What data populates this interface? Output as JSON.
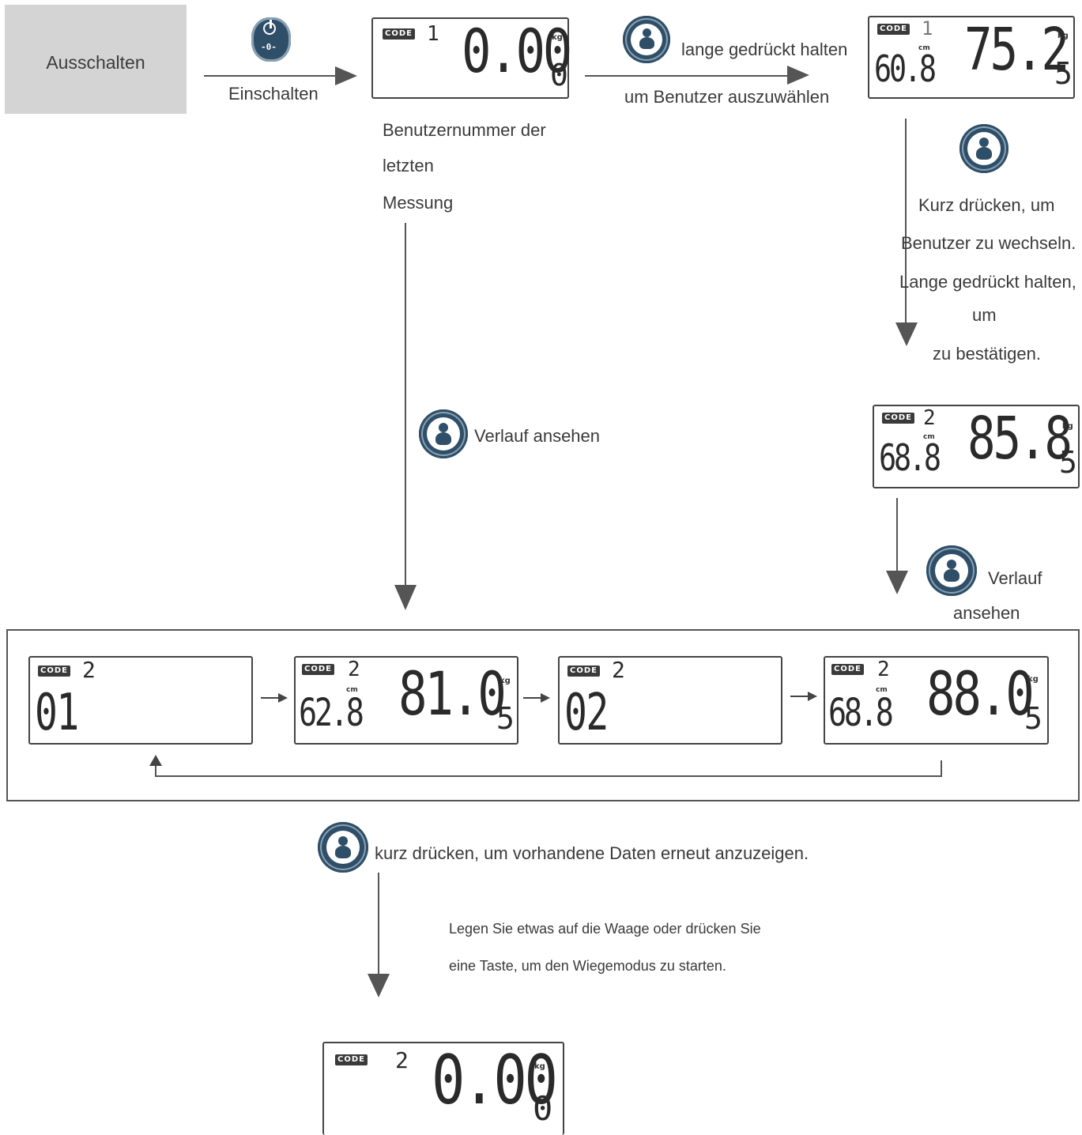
{
  "off_state": {
    "label": "Ausschalten"
  },
  "power": {
    "caption": "Einschalten",
    "icon": "power-button-icon"
  },
  "displays": {
    "start": {
      "code_label": "CODE",
      "user": "1",
      "weight": "0.00",
      "weight_suffix": "0",
      "unit_kg": "kg"
    },
    "select": {
      "code_label": "CODE",
      "user": "1",
      "height": "60.8",
      "weight": "75.2",
      "weight_suffix": "5",
      "unit_kg": "kg",
      "unit_cm": "cm"
    },
    "confirmed": {
      "code_label": "CODE",
      "user": "2",
      "height": "68.8",
      "weight": "85.8",
      "weight_suffix": "5",
      "unit_kg": "kg",
      "unit_cm": "cm"
    },
    "history_1": {
      "code_label": "CODE",
      "user": "2",
      "index": "01"
    },
    "history_1_value": {
      "code_label": "CODE",
      "user": "2",
      "height": "62.8",
      "weight": "81.0",
      "weight_suffix": "5",
      "unit_kg": "kg",
      "unit_cm": "cm"
    },
    "history_2": {
      "code_label": "CODE",
      "user": "2",
      "index": "02"
    },
    "history_2_value": {
      "code_label": "CODE",
      "user": "2",
      "height": "68.8",
      "weight": "88.0",
      "weight_suffix": "5",
      "unit_kg": "kg",
      "unit_cm": "cm"
    },
    "final": {
      "code_label": "CODE",
      "user": "2",
      "weight": "0.00",
      "weight_suffix": "0",
      "unit_kg": "kg"
    }
  },
  "captions": {
    "hold_select_1": "lange gedrückt halten",
    "hold_select_2": "um Benutzer auszuwählen",
    "last_user_1": "Benutzernummer der",
    "last_user_2": "letzten",
    "last_user_3": "Messung",
    "switch_1": "Kurz drücken, um",
    "switch_2": "Benutzer zu wechseln.",
    "switch_3": "Lange gedrückt halten,",
    "switch_4": "um",
    "switch_5": "zu bestätigen.",
    "history_left": "Verlauf ansehen",
    "history_right_1": "Verlauf",
    "history_right_2": "ansehen",
    "redisplay": "kurz drücken, um vorhandene Daten erneut anzuzeigen.",
    "weigh_1": "Legen Sie etwas auf die Waage oder drücken Sie",
    "weigh_2": "eine Taste, um den Wiegemodus zu starten."
  },
  "icons": {
    "user_button": "user-button-icon"
  }
}
